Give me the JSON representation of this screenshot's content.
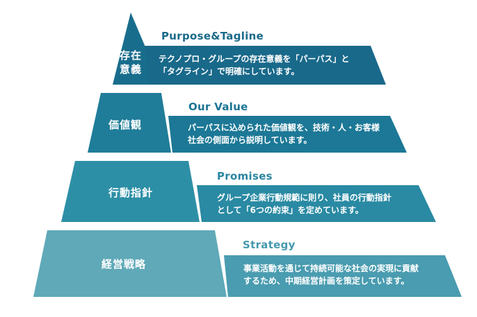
{
  "tiers": [
    {
      "label": "存在\n意義",
      "title": "Purpose&Tagline",
      "description": "テクノプロ・グループの存在意義を「パーパス」と\n「タグライン」で明確にしています。",
      "fill_color": "#196d8c",
      "banner_color": "#19698a",
      "title_color": "#1a6a89"
    },
    {
      "label": "価値観",
      "title": "Our Value",
      "description": "パーパスに込められた価値観を、技術・人・お客様\n社会の側面から説明しています。",
      "fill_color": "#1f7d99",
      "banner_color": "#1c7896",
      "title_color": "#1c7594"
    },
    {
      "label": "行動指針",
      "title": "Promises",
      "description": "グループ企業行動規範に則り、社員の行動指針\nとして「6つの約束」を定めています。",
      "fill_color": "#2d8fa6",
      "banner_color": "#2a8aa3",
      "title_color": "#2a86a0"
    },
    {
      "label": "経営戦略",
      "title": "Strategy",
      "description": "事業活動を通じて持続可能な社会の実現に貢献\nするため、中期経営計画を策定しています。",
      "fill_color": "#5fa9b8",
      "banner_color": "#4a9cb0",
      "title_color": "#4598ad"
    }
  ]
}
